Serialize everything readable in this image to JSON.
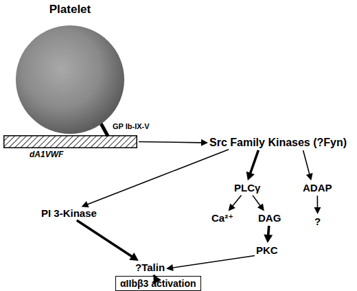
{
  "diagram": {
    "nodes": [
      {
        "text": [
          "Platelet"
        ]
      },
      {
        "text": [
          "dA1VWF"
        ]
      },
      {
        "text": [
          "Src Family Kinases (?Fyn)"
        ]
      },
      {
        "text": [
          "PI 3-Kinase"
        ]
      },
      {
        "text": [
          "PLCγ"
        ]
      },
      {
        "text": [
          "ADAP"
        ]
      },
      {
        "text": [
          "Ca²⁺"
        ]
      },
      {
        "text": [
          "DAG"
        ]
      },
      {
        "text": [
          "?"
        ]
      },
      {
        "text": [
          "PKC"
        ]
      },
      {
        "text": [
          "?Talin"
        ]
      },
      {
        "text": [
          "αIIbβ3 activation"
        ]
      }
    ],
    "edges": [
      {
        "from": 1,
        "to": 2,
        "arrow": "to"
      },
      {
        "from": 2,
        "to": 3,
        "arrow": "to"
      },
      {
        "from": 2,
        "to": 4,
        "arrow": "to"
      },
      {
        "from": 2,
        "to": 5,
        "arrow": "to"
      },
      {
        "from": 4,
        "to": 6,
        "arrow": "to"
      },
      {
        "from": 4,
        "to": 7,
        "arrow": "to"
      },
      {
        "from": 5,
        "to": 8,
        "arrow": "to"
      },
      {
        "from": 7,
        "to": 9,
        "arrow": "to"
      },
      {
        "from": 3,
        "to": 10,
        "arrow": "to"
      },
      {
        "from": 9,
        "to": 10,
        "arrow": "to"
      },
      {
        "from": 10,
        "to": 11,
        "arrow": "to"
      }
    ],
    "labels": [
      "GP Ib-IX-V"
    ]
  }
}
